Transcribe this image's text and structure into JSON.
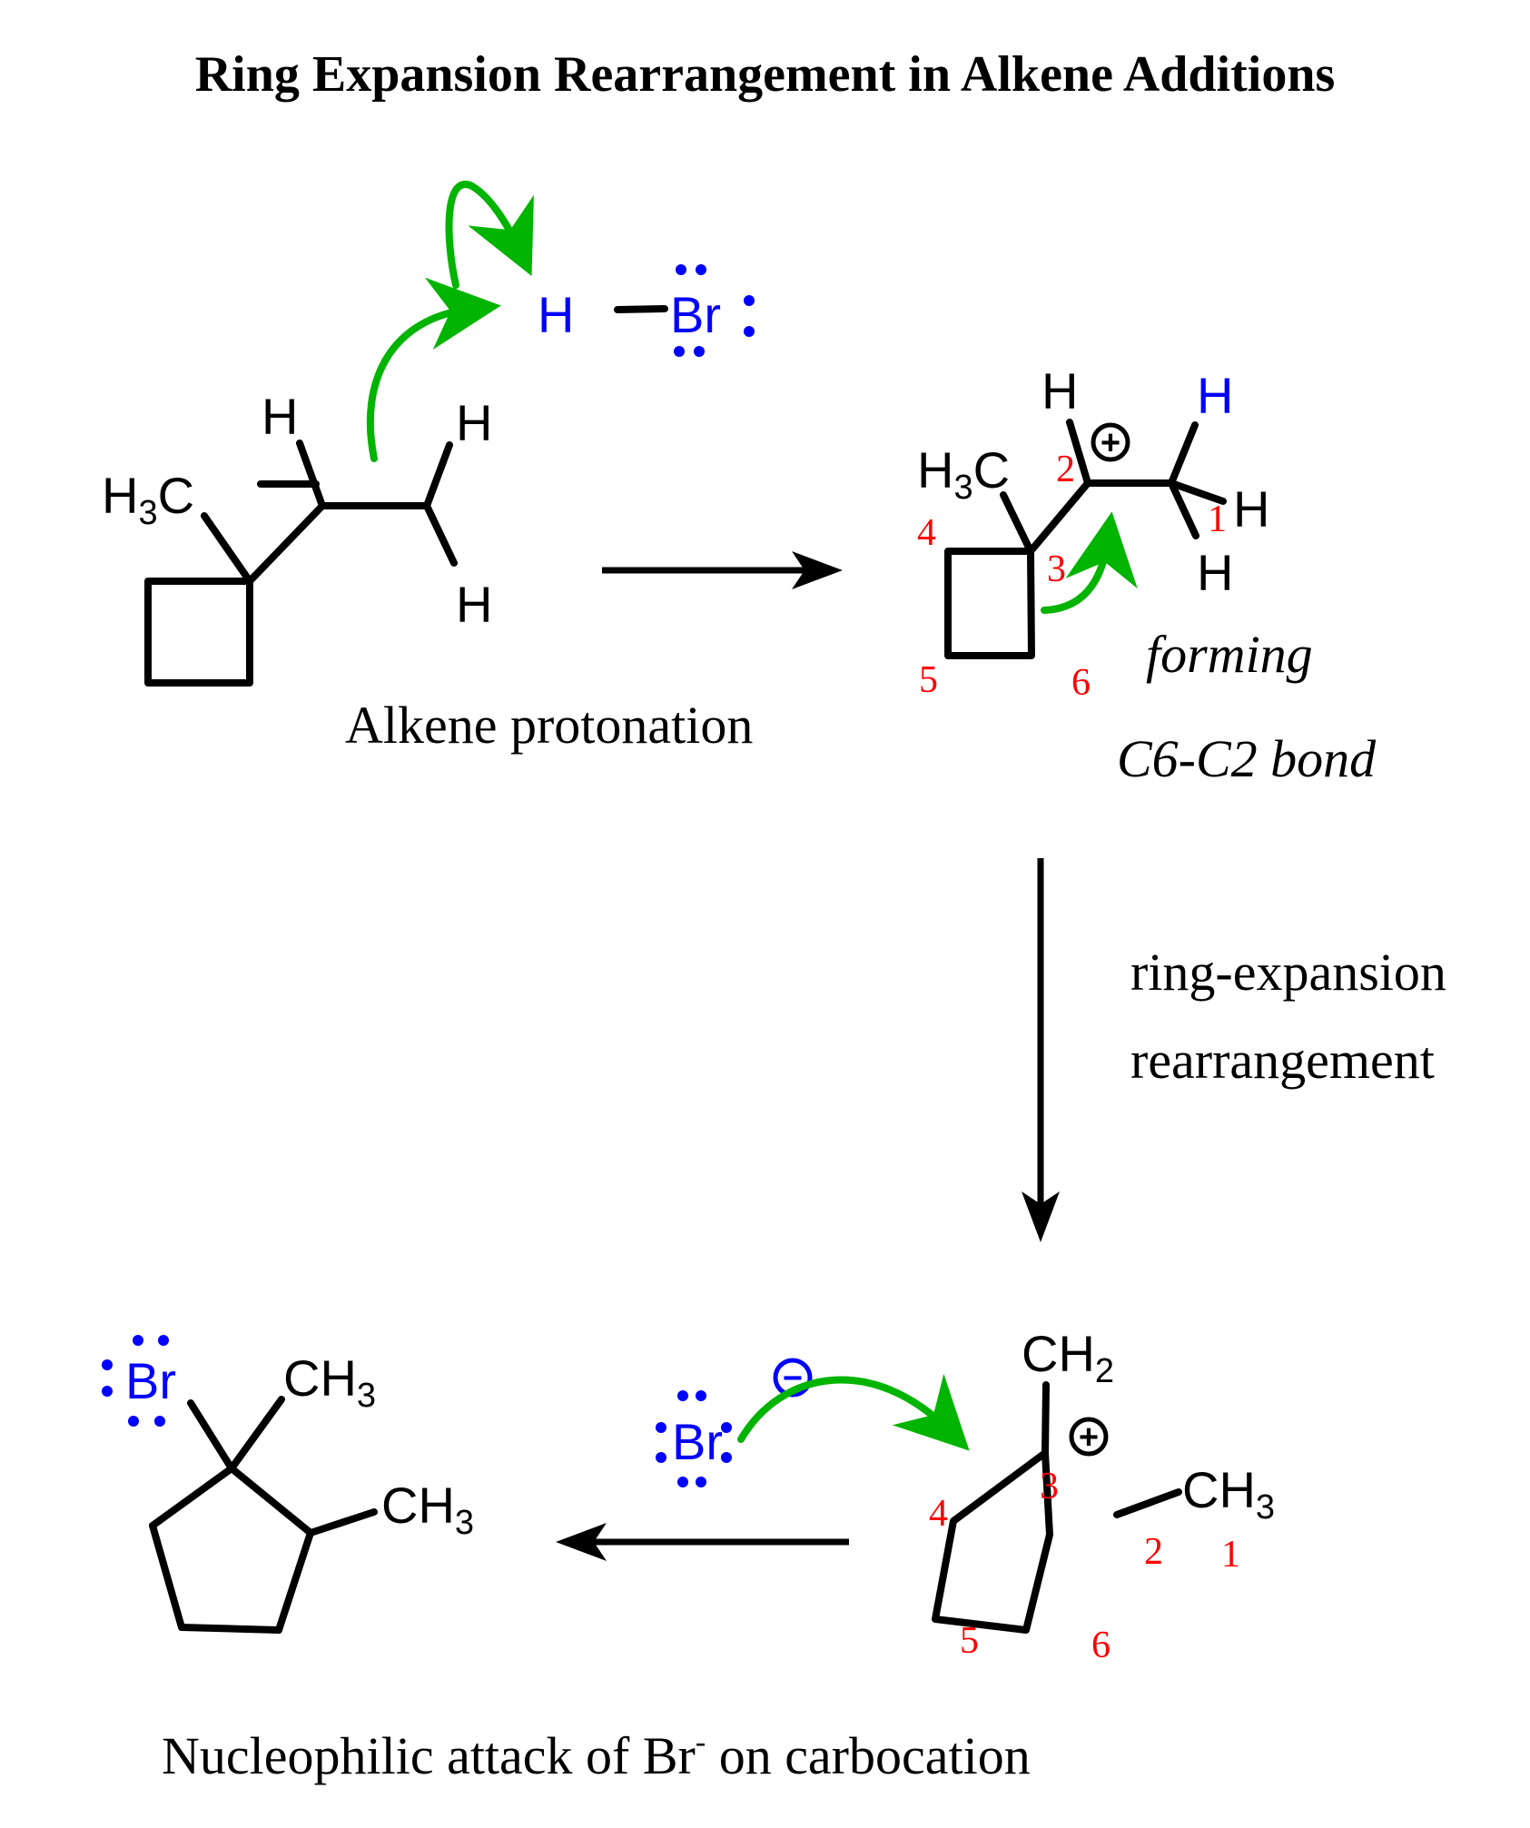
{
  "title": "Ring Expansion Rearrangement in Alkene Additions",
  "colors": {
    "arrow_green": "#00b400",
    "highlight_blue": "#0000ff",
    "number_red": "#ff0000",
    "bond_black": "#000000"
  },
  "step1": {
    "reactant_labels": {
      "methyl": "H",
      "methyl_sub": "3",
      "methyl_c": "C",
      "h1": "H",
      "h2": "H",
      "h3": "H"
    },
    "reagent": {
      "h": "H",
      "br": "Br"
    },
    "caption": "Alkene protonation"
  },
  "step2": {
    "labels": {
      "methyl": "H",
      "methyl_sub": "3",
      "methyl_c": "C",
      "h_c2": "H",
      "h_added": "H",
      "h_b": "H",
      "h_c": "H"
    },
    "numbers": [
      "1",
      "2",
      "3",
      "4",
      "5",
      "6"
    ],
    "caption_line1": "forming",
    "caption_line2": "C6-C2 bond",
    "charge": "+"
  },
  "step_arrow": {
    "line1": "ring-expansion",
    "line2": "rearrangement"
  },
  "step3": {
    "labels": {
      "ch2_c": "CH",
      "ch2_sub": "2",
      "ch3_c": "CH",
      "ch3_sub": "3"
    },
    "numbers": [
      "1",
      "2",
      "3",
      "4",
      "5",
      "6"
    ],
    "nucleophile": "Br",
    "charge": "+",
    "anion_charge": "−"
  },
  "product": {
    "labels": {
      "br": "Br",
      "ch3a_c": "CH",
      "ch3a_sub": "3",
      "ch3b_c": "CH",
      "ch3b_sub": "3"
    }
  },
  "bottom_caption": {
    "before": "Nucleophilic attack of Br",
    "sup": "-",
    "after": " on carbocation"
  }
}
